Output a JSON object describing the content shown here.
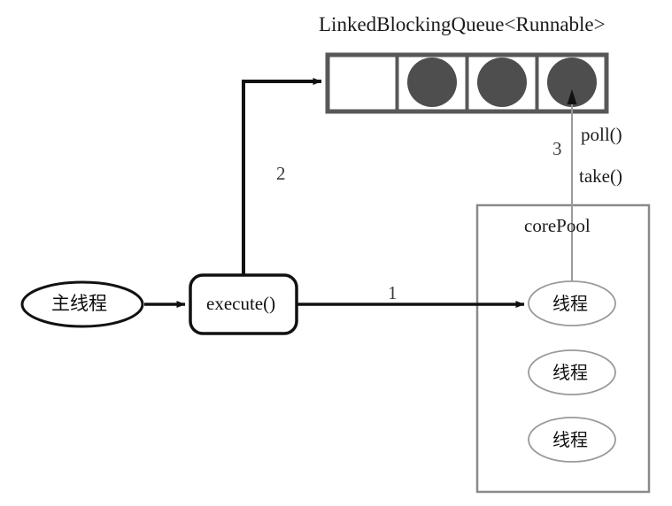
{
  "diagram": {
    "title": "LinkedBlockingQueue<Runnable>",
    "queue": {
      "name": "LinkedBlockingQueue<Runnable>",
      "cells": [
        {
          "index": 0,
          "filled": false,
          "task": ""
        },
        {
          "index": 1,
          "filled": true,
          "task": "task"
        },
        {
          "index": 2,
          "filled": true,
          "task": "task"
        },
        {
          "index": 3,
          "filled": true,
          "task": "task"
        }
      ],
      "fill_color": "#4e4e4e",
      "border_color": "#555555"
    },
    "main_thread": {
      "label": "主线程"
    },
    "execute_box": {
      "label": "execute()"
    },
    "core_pool": {
      "label": "corePool",
      "threads": [
        {
          "label": "线程"
        },
        {
          "label": "线程"
        },
        {
          "label": "线程"
        }
      ],
      "border_color": "#8a8a8a"
    },
    "steps": [
      {
        "number": "1",
        "from": "execute()",
        "to": "线程"
      },
      {
        "number": "2",
        "from": "execute()",
        "to": "LinkedBlockingQueue<Runnable>"
      },
      {
        "number": "3",
        "from": "LinkedBlockingQueue<Runnable>",
        "to": "线程"
      }
    ],
    "step_labels": {
      "one": "1",
      "two": "2",
      "three": "3"
    },
    "queue_methods": {
      "poll": "poll()",
      "take": "take()"
    },
    "colors": {
      "stroke_dark": "#111111",
      "stroke_light": "#8a8a8a",
      "circle_fill": "#4e4e4e",
      "background": "#ffffff"
    }
  }
}
